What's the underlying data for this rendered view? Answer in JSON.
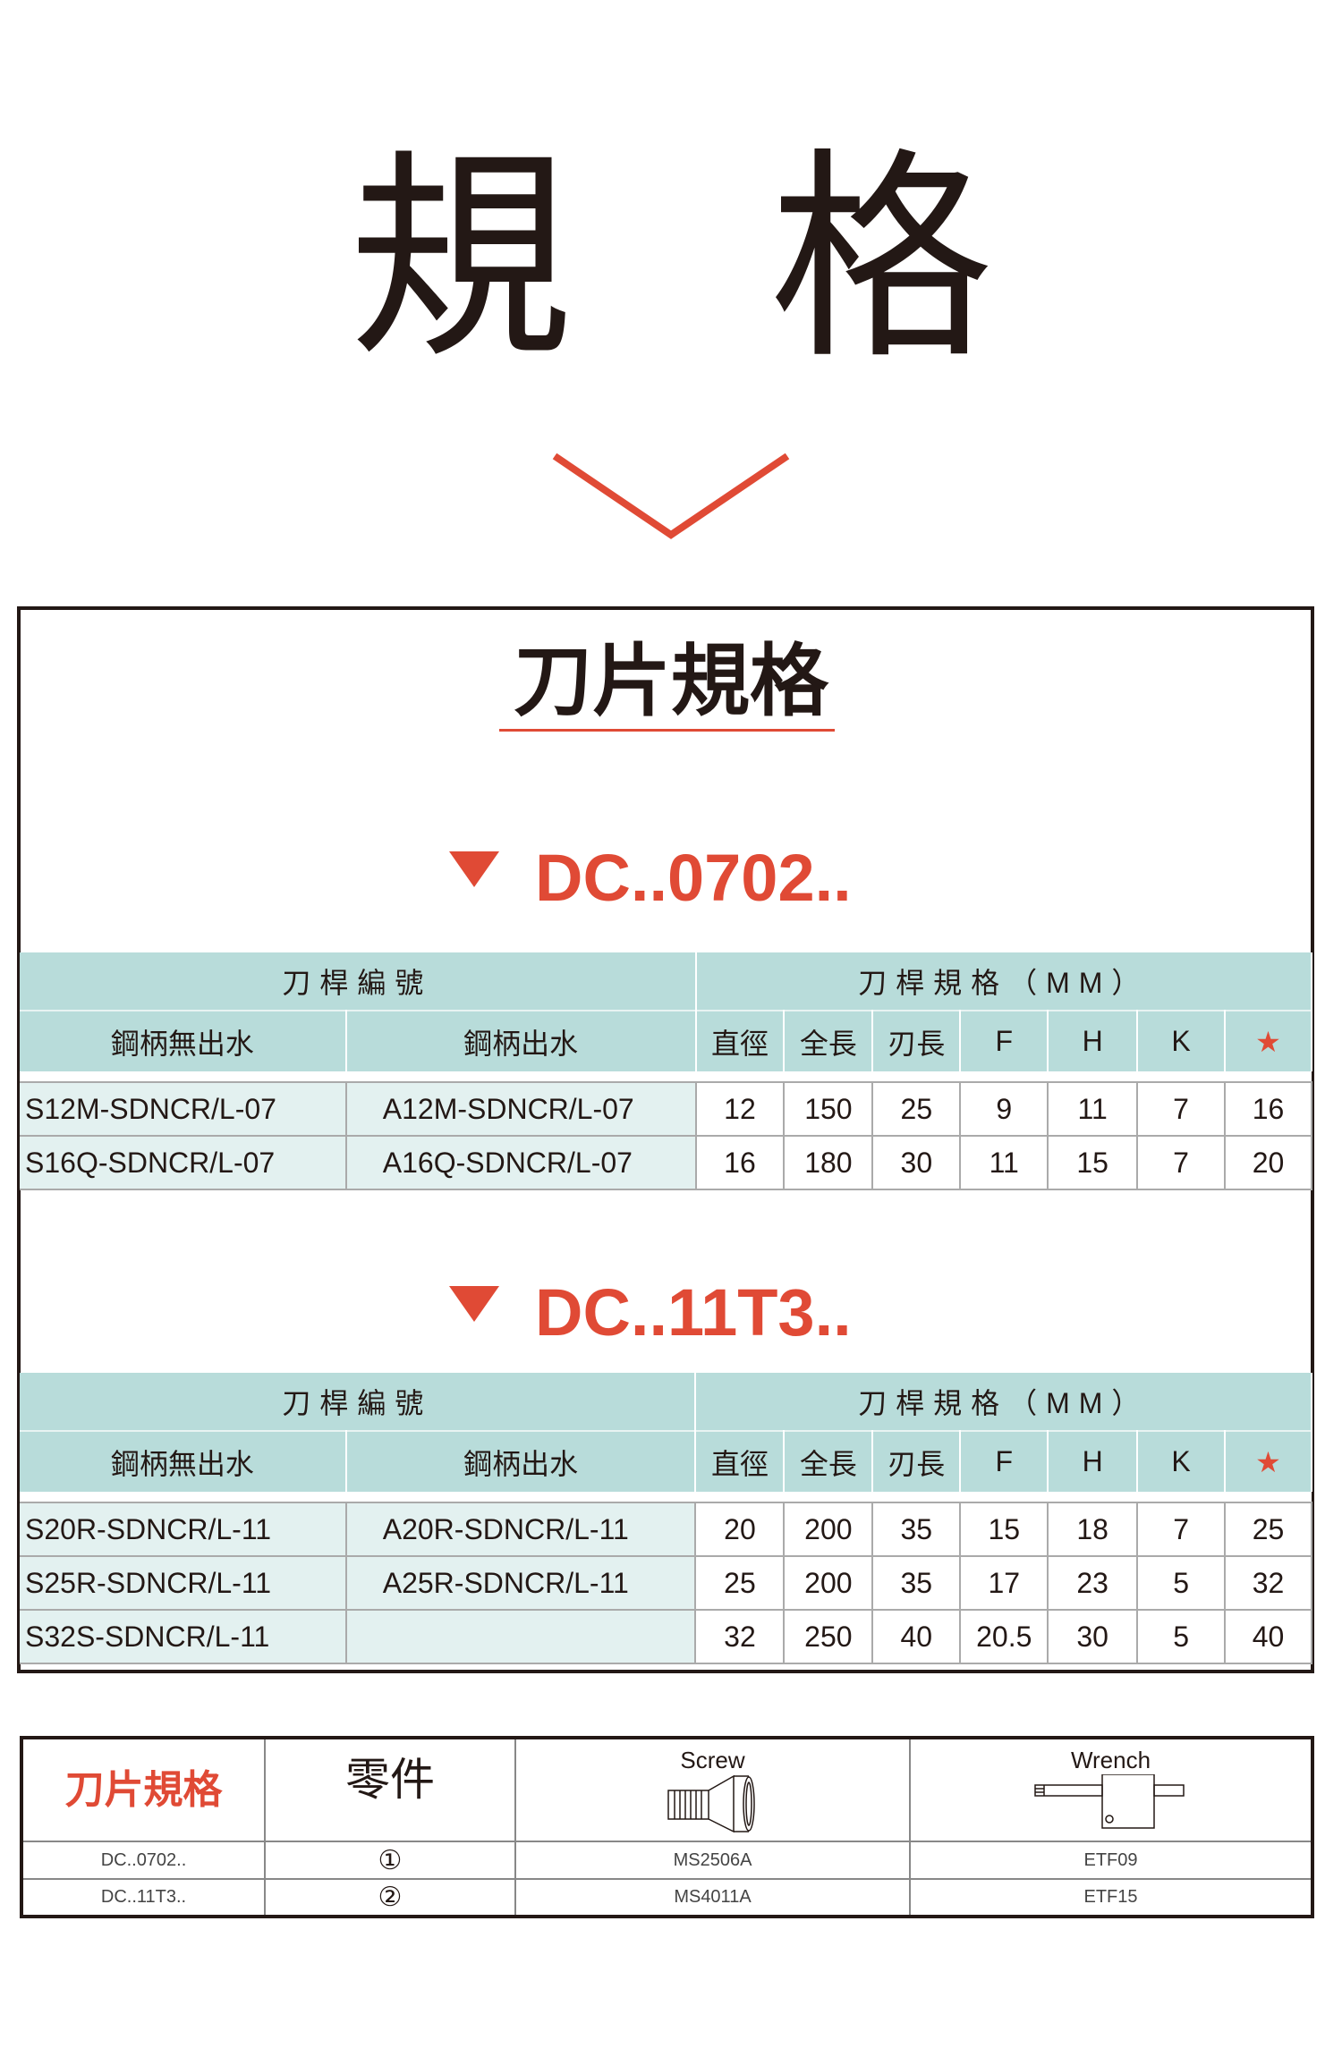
{
  "title": {
    "char1": "規",
    "char2": "格"
  },
  "box_title": "刀片規格",
  "colors": {
    "accent": "#e04a35",
    "header": "#b8dcda",
    "code_cell": "#e3f1f0"
  },
  "header": {
    "group_left": "刀桿編號",
    "group_right": "刀桿規格（MM）",
    "cols": [
      "鋼柄無出水",
      "鋼柄出水",
      "直徑",
      "全長",
      "刃長",
      "F",
      "H",
      "K",
      "★"
    ]
  },
  "sections": [
    {
      "heading": "DC..0702..",
      "rows": [
        [
          "S12M-SDNCR/L-07",
          "A12M-SDNCR/L-07",
          "12",
          "150",
          "25",
          "9",
          "11",
          "7",
          "16"
        ],
        [
          "S16Q-SDNCR/L-07",
          "A16Q-SDNCR/L-07",
          "16",
          "180",
          "30",
          "11",
          "15",
          "7",
          "20"
        ]
      ]
    },
    {
      "heading": "DC..11T3..",
      "rows": [
        [
          "S20R-SDNCR/L-11",
          "A20R-SDNCR/L-11",
          "20",
          "200",
          "35",
          "15",
          "18",
          "7",
          "25"
        ],
        [
          "S25R-SDNCR/L-11",
          "A25R-SDNCR/L-11",
          "25",
          "200",
          "35",
          "17",
          "23",
          "5",
          "32"
        ],
        [
          "S32S-SDNCR/L-11",
          "",
          "32",
          "250",
          "40",
          "20.5",
          "30",
          "5",
          "40"
        ]
      ]
    }
  ],
  "parts": {
    "title": "刀片規格",
    "parts_label": "零件",
    "screw_label": "Screw",
    "wrench_label": "Wrench",
    "rows": [
      [
        "DC..0702..",
        "①",
        "MS2506A",
        "ETF09"
      ],
      [
        "DC..11T3..",
        "②",
        "MS4011A",
        "ETF15"
      ]
    ]
  }
}
